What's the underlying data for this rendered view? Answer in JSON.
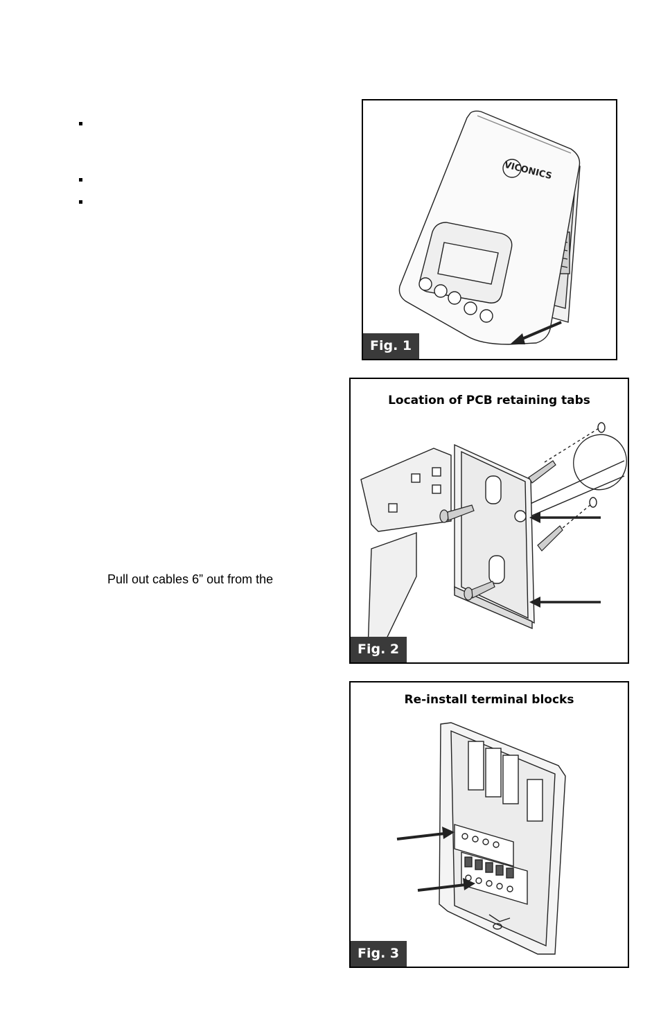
{
  "bullets_count": 3,
  "pull_text": "Pull out cables 6” out from the",
  "figures": {
    "fig1": {
      "label": "Fig. 1",
      "brand": "VICONICS"
    },
    "fig2": {
      "label": "Fig. 2",
      "title": "Location of PCB retaining tabs"
    },
    "fig3": {
      "label": "Fig. 3",
      "title": "Re-install terminal blocks"
    }
  },
  "icons": [
    "bullet-icon",
    "arrow-icon",
    "screw-icon",
    "anchor-icon"
  ]
}
